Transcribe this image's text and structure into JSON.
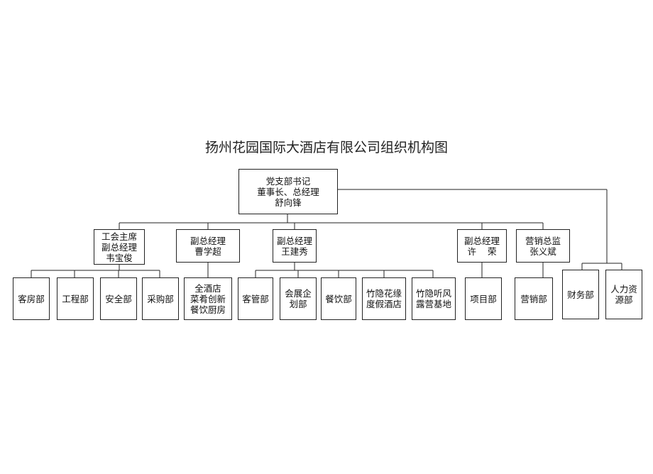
{
  "title": "扬州花园国际大酒店有限公司组织机构图",
  "top": {
    "lines": [
      "党支部书记",
      "董事长、总经理",
      "舒向锋"
    ]
  },
  "managers": [
    {
      "lines": [
        "工会主席",
        "副总经理",
        "韦宝俊"
      ]
    },
    {
      "lines": [
        "副总经理",
        "曹学超"
      ]
    },
    {
      "lines": [
        "副总经理",
        "王建秀"
      ]
    },
    {
      "lines": [
        "副总经理",
        "许    荣"
      ]
    },
    {
      "lines": [
        "营销总监",
        "张义斌"
      ]
    }
  ],
  "departments": [
    {
      "lines": [
        "客房部"
      ]
    },
    {
      "lines": [
        "工程部"
      ]
    },
    {
      "lines": [
        "安全部"
      ]
    },
    {
      "lines": [
        "采购部"
      ]
    },
    {
      "lines": [
        "全酒店",
        "菜肴创新",
        "餐饮厨房"
      ]
    },
    {
      "lines": [
        "客管部"
      ]
    },
    {
      "lines": [
        "会展企",
        "划部"
      ]
    },
    {
      "lines": [
        "餐饮部"
      ]
    },
    {
      "lines": [
        "竹隐花缘",
        "度假酒店"
      ]
    },
    {
      "lines": [
        "竹隐听风",
        "露营基地"
      ]
    },
    {
      "lines": [
        "项目部"
      ]
    },
    {
      "lines": [
        "营销部"
      ]
    },
    {
      "lines": [
        "财务部"
      ]
    },
    {
      "lines": [
        "人力资",
        "源部"
      ]
    }
  ]
}
